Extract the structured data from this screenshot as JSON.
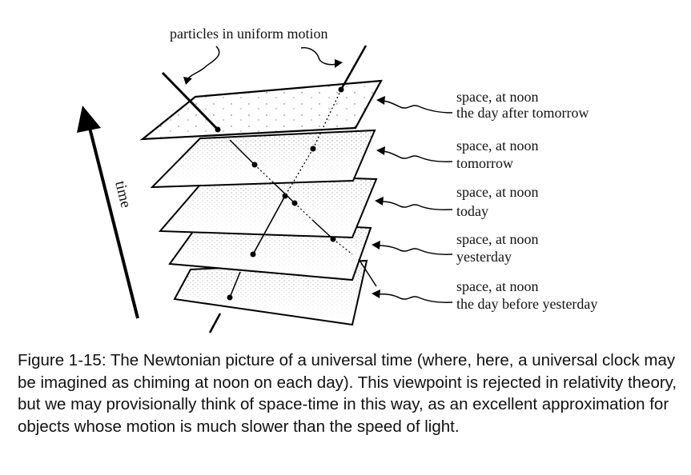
{
  "top_label": "particles in uniform motion",
  "axis_label": "time",
  "planes": [
    {
      "line1": "space, at noon",
      "line2": "the day after tomorrow"
    },
    {
      "line1": "space, at noon",
      "line2": "tomorrow"
    },
    {
      "line1": "space, at noon",
      "line2": "today"
    },
    {
      "line1": "space, at noon",
      "line2": "yesterday"
    },
    {
      "line1": "space, at noon",
      "line2": "the day before yesterday"
    }
  ],
  "caption": "Figure 1-15:  The Newtonian picture of a universal time (where, here, a universal clock may be imagined as chiming at noon on each day). This viewpoint is rejected in relativity theory, but we may provisionally think of space-time in this way, as an excellent approximation for objects whose motion is much slower than the speed of light."
}
